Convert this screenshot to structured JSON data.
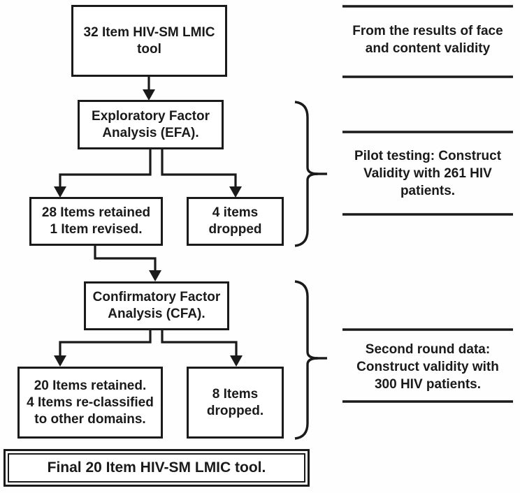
{
  "boxes": [
    {
      "id": "initial-tool",
      "text": "32 Item HIV-SM LMIC\ntool"
    },
    {
      "id": "efa",
      "text": "Exploratory Factor\nAnalysis (EFA)."
    },
    {
      "id": "efa-retained",
      "text": "28 Items retained\n1 Item revised."
    },
    {
      "id": "efa-dropped",
      "text": "4 items\ndropped"
    },
    {
      "id": "cfa",
      "text": "Confirmatory Factor\nAnalysis (CFA)."
    },
    {
      "id": "cfa-retained",
      "text": "20 Items retained.\n4 Items re-classified\nto other domains."
    },
    {
      "id": "cfa-dropped",
      "text": "8 Items\ndropped."
    },
    {
      "id": "final-tool",
      "text": "Final 20 Item HIV-SM LMIC tool."
    }
  ],
  "annotations": [
    {
      "id": "face-content-validity",
      "text": "From the results of face\nand content validity"
    },
    {
      "id": "pilot-testing",
      "text": "Pilot testing: Construct\nValidity with 261 HIV\npatients."
    },
    {
      "id": "second-round",
      "text": "Second round data:\nConstruct validity with\n300 HIV patients."
    }
  ],
  "colors": {
    "stroke": "#1a1a1a",
    "background": "#fefefe"
  }
}
